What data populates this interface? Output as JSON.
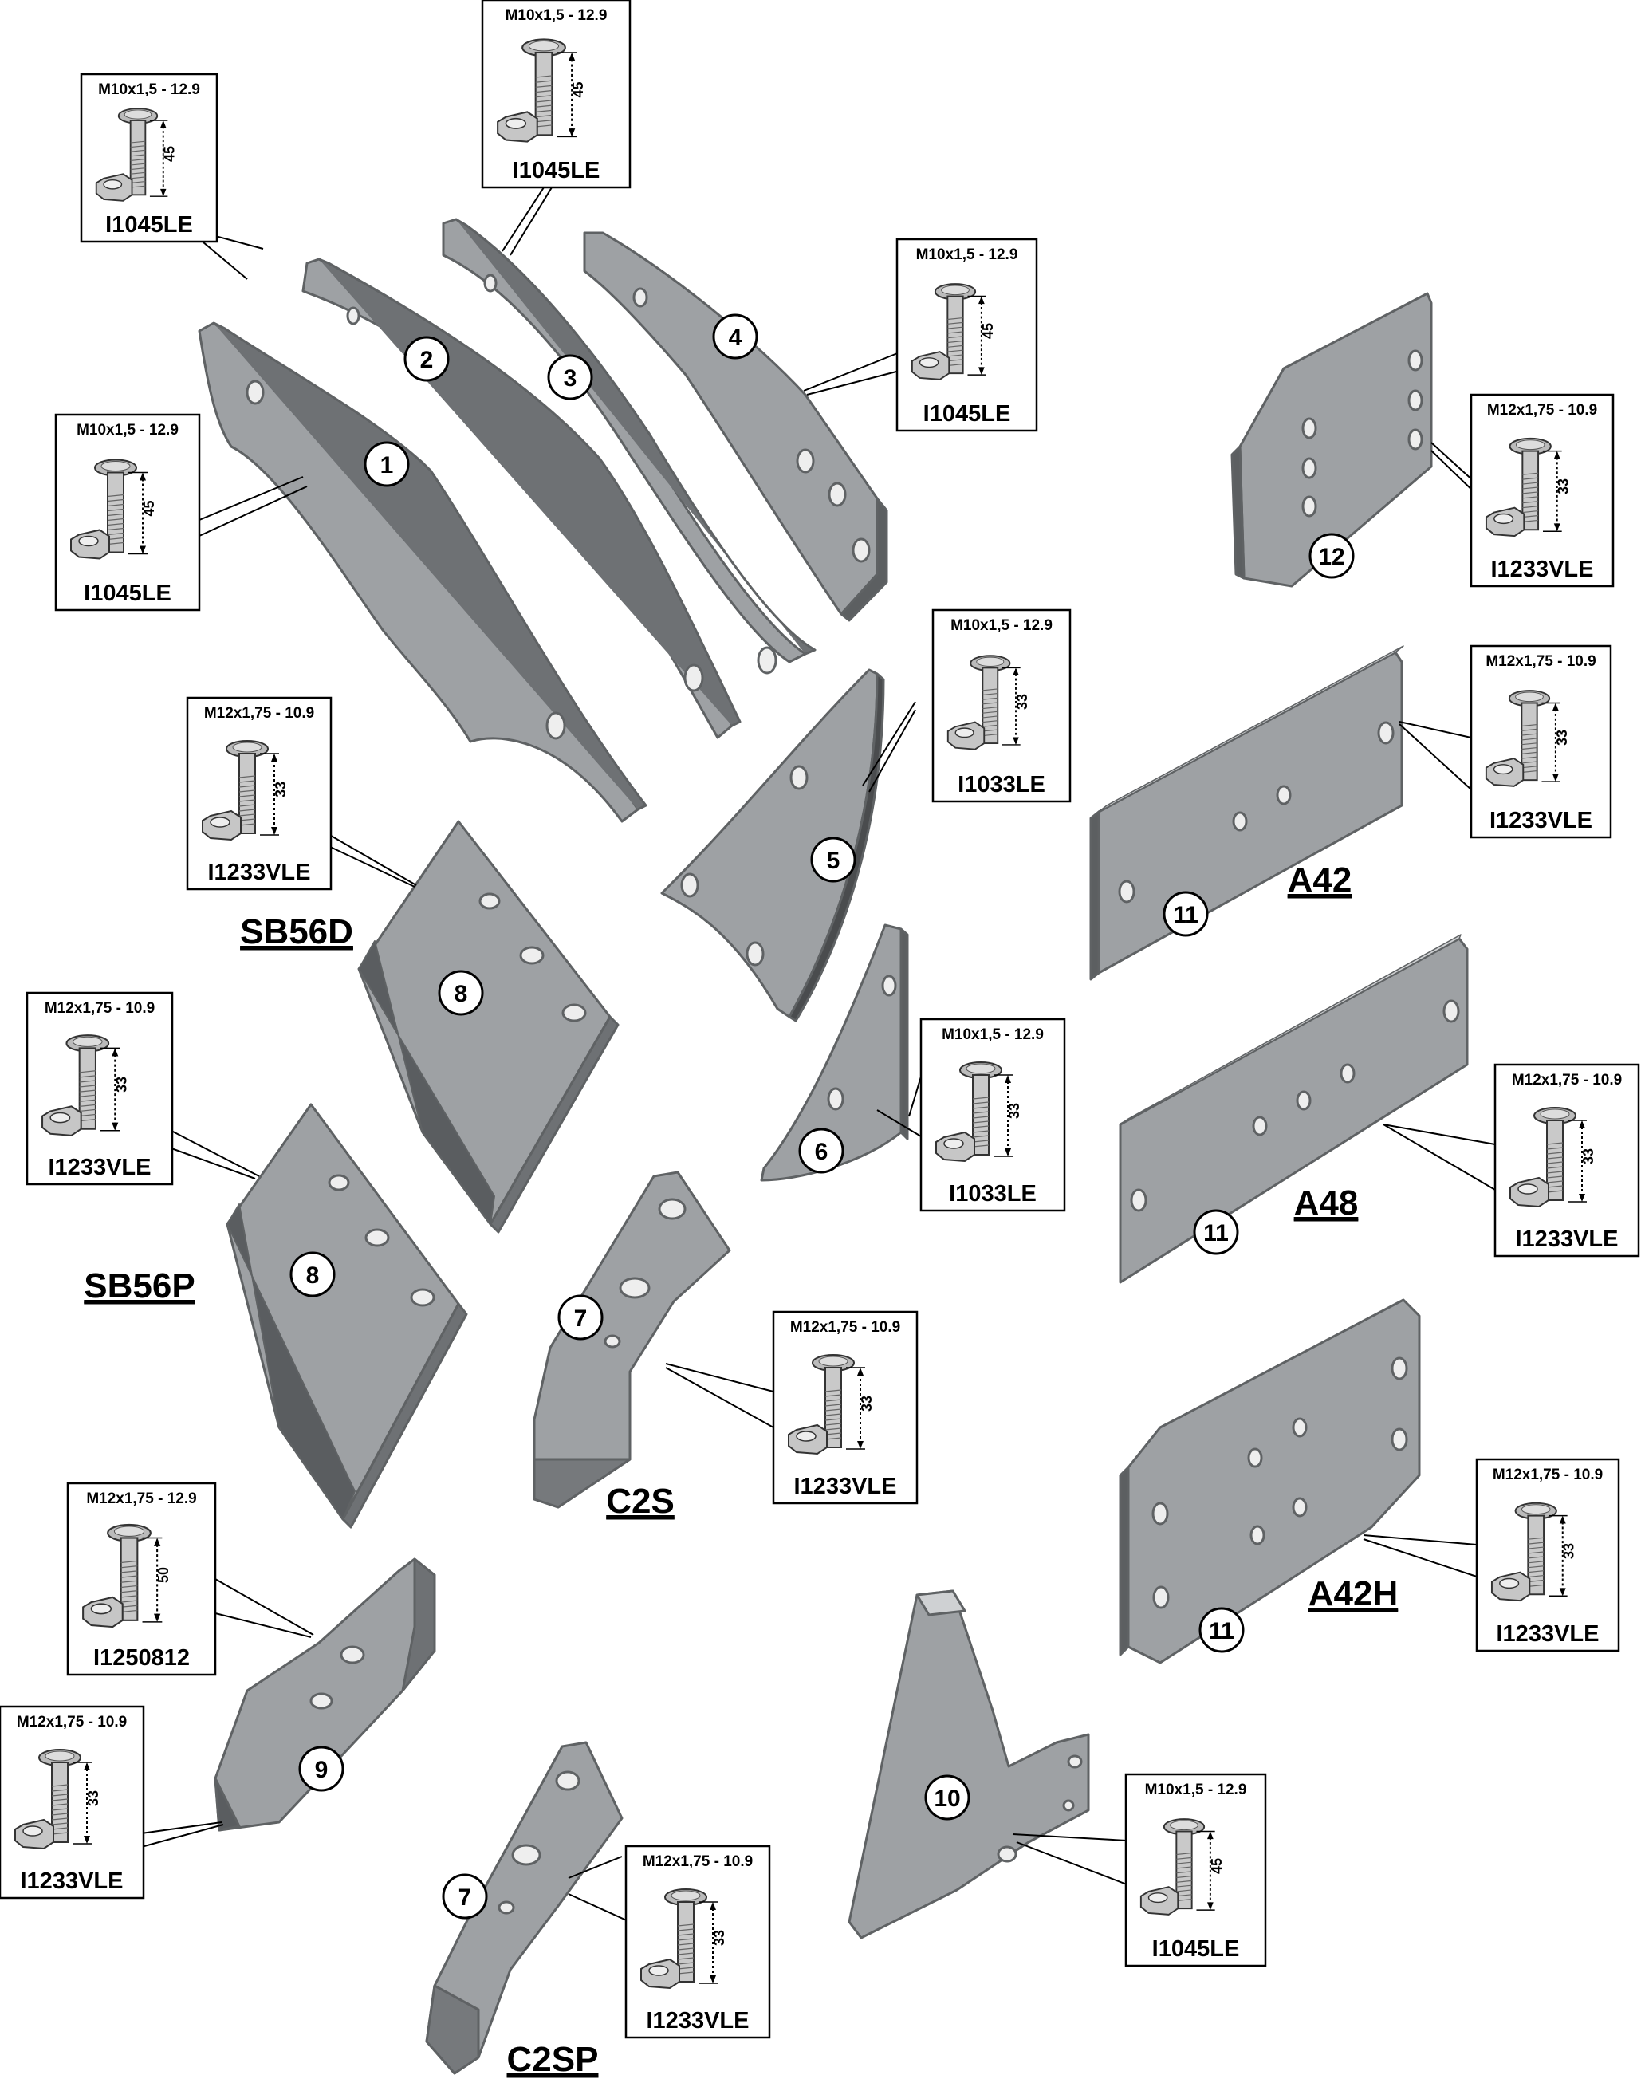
{
  "colors": {
    "part_face": "#9ea1a4",
    "part_edge": "#5f6264",
    "part_dark": "#4a4c4e",
    "hole": "#eeeeee",
    "box_border": "#000000"
  },
  "parts": [
    {
      "number": "1"
    },
    {
      "number": "2"
    },
    {
      "number": "3"
    },
    {
      "number": "4"
    },
    {
      "number": "5"
    },
    {
      "number": "6"
    },
    {
      "number": "7"
    },
    {
      "number": "7"
    },
    {
      "number": "8"
    },
    {
      "number": "8"
    },
    {
      "number": "9"
    },
    {
      "number": "10"
    },
    {
      "number": "11"
    },
    {
      "number": "11"
    },
    {
      "number": "11"
    },
    {
      "number": "12"
    }
  ],
  "models": [
    {
      "label": "SB56D"
    },
    {
      "label": "SB56P"
    },
    {
      "label": "C2S"
    },
    {
      "label": "C2SP"
    },
    {
      "label": "A42"
    },
    {
      "label": "A48"
    },
    {
      "label": "A42H"
    }
  ],
  "bolts": [
    {
      "spec": "M10x1,5 - 12.9",
      "code": "I1045LE",
      "length": "45"
    },
    {
      "spec": "M10x1,5 - 12.9",
      "code": "I1045LE",
      "length": "45"
    },
    {
      "spec": "M10x1,5 - 12.9",
      "code": "I1045LE",
      "length": "45"
    },
    {
      "spec": "M10x1,5 - 12.9",
      "code": "I1045LE",
      "length": "45"
    },
    {
      "spec": "M12x1,75 - 10.9",
      "code": "I1233VLE",
      "length": "33"
    },
    {
      "spec": "M10x1,5 - 12.9",
      "code": "I1033LE",
      "length": "33"
    },
    {
      "spec": "M12x1,75 - 10.9",
      "code": "I1233VLE",
      "length": "33"
    },
    {
      "spec": "M12x1,75 - 10.9",
      "code": "I1233VLE",
      "length": "33"
    },
    {
      "spec": "M12x1,75 - 10.9",
      "code": "I1233VLE",
      "length": "33"
    },
    {
      "spec": "M10x1,5 - 12.9",
      "code": "I1033LE",
      "length": "33"
    },
    {
      "spec": "M12x1,75 - 10.9",
      "code": "I1233VLE",
      "length": "33"
    },
    {
      "spec": "M12x1,75 - 10.9",
      "code": "I1233VLE",
      "length": "33"
    },
    {
      "spec": "M12x1,75 - 10.9",
      "code": "I1233VLE",
      "length": "33"
    },
    {
      "spec": "M12x1,75 - 12.9",
      "code": "I1250812",
      "length": "50"
    },
    {
      "spec": "M12x1,75 - 10.9",
      "code": "I1233VLE",
      "length": "33"
    },
    {
      "spec": "M12x1,75 - 10.9",
      "code": "I1233VLE",
      "length": "33"
    },
    {
      "spec": "M10x1,5 - 12.9",
      "code": "I1045LE",
      "length": "45"
    }
  ]
}
